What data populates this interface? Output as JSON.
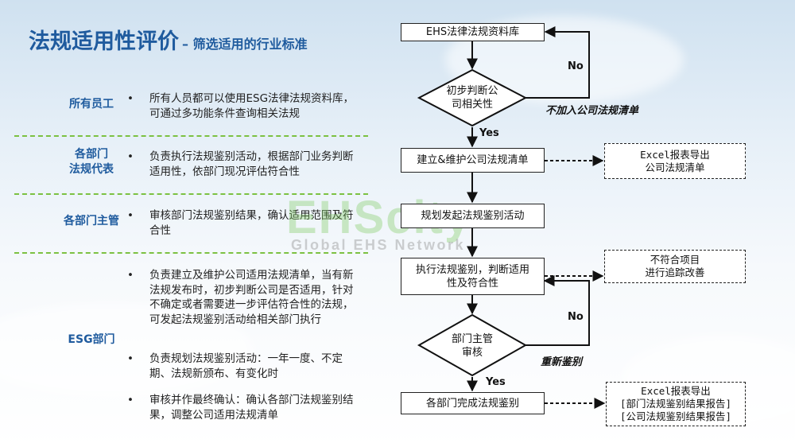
{
  "title": {
    "main": "法规适用性评价",
    "sub": "– 筛选适用的行业标准"
  },
  "roles": [
    {
      "name_lines": [
        "所有员工"
      ],
      "bullets": [
        "所有人员都可以使用ESG法律法规资料库，可通过多功能条件查询相关法规"
      ]
    },
    {
      "name_lines": [
        "各部门",
        "法规代表"
      ],
      "bullets": [
        "负责执行法规鉴别活动，根据部门业务判断适用性，依部门现况评估符合性"
      ]
    },
    {
      "name_lines": [
        "各部门主管"
      ],
      "bullets": [
        "审核部门法规鉴别结果，确认适用范围及符合性"
      ]
    },
    {
      "name_lines": [
        "ESG部门"
      ],
      "bullets": [
        "负责建立及维护公司适用法规清单，当有新法规发布时，初步判断公司是否适用，针对不确定或者需要进一步评估符合性的法规，可发起法规鉴别活动给相关部门执行",
        "负责规划法规鉴别活动：一年一度、不定期、法规新颁布、有变化时",
        "审核并作最终确认：确认各部门法规鉴别结果，调整公司适用法规清单"
      ]
    }
  ],
  "bullet_symbol": "•",
  "flow": {
    "step_database": "EHS法律法规资料库",
    "decision_1": [
      "初步判断公",
      "司相关性"
    ],
    "no_label_1": "No",
    "exclude_note": "不加入公司法规清单",
    "yes_label_1": "Yes",
    "step_build": "建立&维护公司法规清单",
    "output_1": [
      "Excel报表导出",
      "公司法规清单"
    ],
    "step_plan": "规划发起法规鉴别活动",
    "step_execute": [
      "执行法规鉴别，判断适用",
      "性及符合性"
    ],
    "output_2": [
      "不符合项目",
      "进行追踪改善"
    ],
    "decision_2": [
      "部门主管",
      "审核"
    ],
    "no_label_2": "No",
    "reidentify_note": "重新鉴别",
    "yes_label_2": "Yes",
    "step_complete": "各部门完成法规鉴别",
    "output_3": [
      "Excel报表导出",
      "[部门法规鉴别结果报告]",
      "[公司法规鉴别结果报告]"
    ]
  },
  "watermark": {
    "brand": "EHScity",
    "tagline": "Global EHS Network"
  }
}
